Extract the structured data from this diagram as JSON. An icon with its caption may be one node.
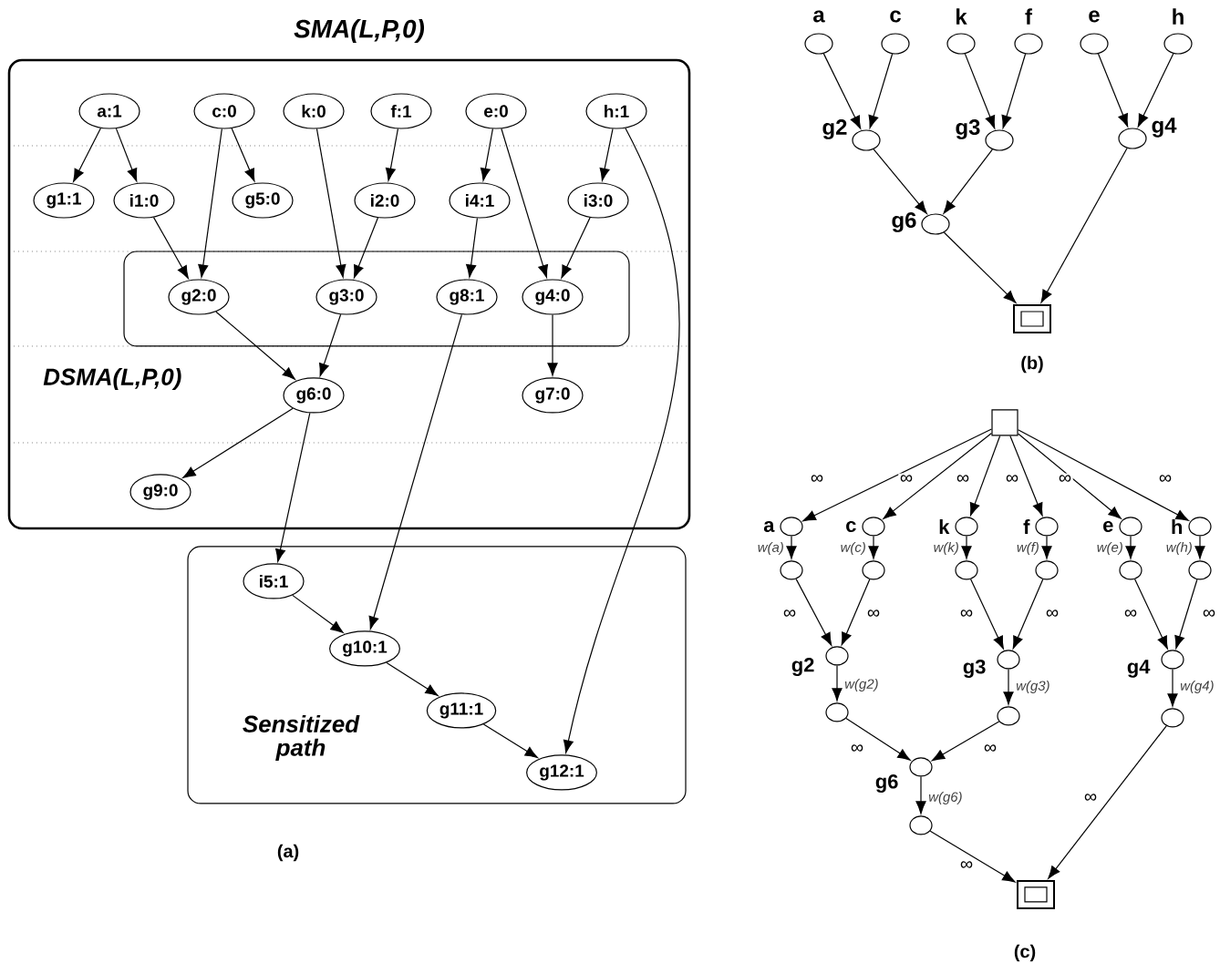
{
  "diagram": {
    "nodes": [
      {
        "text": [
          "SMA(L,P,0)"
        ]
      },
      {
        "text": [
          "DSMA(L,P,0)"
        ],
        "in": 0
      },
      {
        "text": [
          "Sensitized path"
        ]
      },
      {
        "text": [
          "a:1"
        ],
        "in": 0
      },
      {
        "text": [
          "c:0"
        ],
        "in": 0
      },
      {
        "text": [
          "k:0"
        ],
        "in": 0
      },
      {
        "text": [
          "f:1"
        ],
        "in": 0
      },
      {
        "text": [
          "e:0"
        ],
        "in": 0
      },
      {
        "text": [
          "h:1"
        ],
        "in": 0
      },
      {
        "text": [
          "g1:1"
        ],
        "in": 0
      },
      {
        "text": [
          "i1:0"
        ],
        "in": 0
      },
      {
        "text": [
          "g5:0"
        ],
        "in": 0
      },
      {
        "text": [
          "i2:0"
        ],
        "in": 0
      },
      {
        "text": [
          "i4:1"
        ],
        "in": 0
      },
      {
        "text": [
          "i3:0"
        ],
        "in": 0
      },
      {
        "text": [
          "g2:0"
        ],
        "in": 1
      },
      {
        "text": [
          "g3:0"
        ],
        "in": 1
      },
      {
        "text": [
          "g8:1"
        ],
        "in": 1
      },
      {
        "text": [
          "g4:0"
        ],
        "in": 1
      },
      {
        "text": [
          "g6:0"
        ],
        "in": 0
      },
      {
        "text": [
          "g7:0"
        ],
        "in": 0
      },
      {
        "text": [
          "g9:0"
        ],
        "in": 0
      },
      {
        "text": [
          "i5:1"
        ],
        "in": 2
      },
      {
        "text": [
          "g10:1"
        ],
        "in": 2
      },
      {
        "text": [
          "g11:1"
        ],
        "in": 2
      },
      {
        "text": [
          "g12:1"
        ],
        "in": 2
      },
      {
        "text": [],
        "shape": "circle",
        "beside": [
          "a"
        ]
      },
      {
        "text": [],
        "shape": "circle",
        "beside": [
          "c"
        ]
      },
      {
        "text": [],
        "shape": "circle",
        "beside": [
          "k"
        ]
      },
      {
        "text": [],
        "shape": "circle",
        "beside": [
          "f"
        ]
      },
      {
        "text": [],
        "shape": "circle",
        "beside": [
          "e"
        ]
      },
      {
        "text": [],
        "shape": "circle",
        "beside": [
          "h"
        ]
      },
      {
        "text": [],
        "shape": "circle",
        "beside": [
          "g2"
        ]
      },
      {
        "text": [],
        "shape": "circle",
        "beside": [
          "g3"
        ]
      },
      {
        "text": [],
        "shape": "circle",
        "beside": [
          "g4"
        ]
      },
      {
        "text": [],
        "shape": "circle",
        "beside": [
          "g6"
        ]
      },
      {
        "text": [],
        "shape": "box"
      },
      {
        "text": [],
        "shape": "box"
      },
      {
        "text": [],
        "shape": "circle",
        "beside": [
          "a"
        ]
      },
      {
        "text": [],
        "shape": "circle",
        "beside": [
          "c"
        ]
      },
      {
        "text": [],
        "shape": "circle",
        "beside": [
          "k"
        ]
      },
      {
        "text": [],
        "shape": "circle",
        "beside": [
          "f"
        ]
      },
      {
        "text": [],
        "shape": "circle",
        "beside": [
          "e"
        ]
      },
      {
        "text": [],
        "shape": "circle",
        "beside": [
          "h"
        ]
      },
      {
        "text": [],
        "shape": "circle"
      },
      {
        "text": [],
        "shape": "circle"
      },
      {
        "text": [],
        "shape": "circle"
      },
      {
        "text": [],
        "shape": "circle"
      },
      {
        "text": [],
        "shape": "circle"
      },
      {
        "text": [],
        "shape": "circle"
      },
      {
        "text": [],
        "shape": "circle",
        "beside": [
          "g2"
        ]
      },
      {
        "text": [],
        "shape": "circle"
      },
      {
        "text": [],
        "shape": "circle",
        "beside": [
          "g3"
        ]
      },
      {
        "text": [],
        "shape": "circle"
      },
      {
        "text": [],
        "shape": "circle",
        "beside": [
          "g4"
        ]
      },
      {
        "text": [],
        "shape": "circle"
      },
      {
        "text": [],
        "shape": "circle",
        "beside": [
          "g6"
        ]
      },
      {
        "text": [],
        "shape": "circle"
      },
      {
        "text": [],
        "shape": "box"
      }
    ],
    "edges": [
      {
        "from": 3,
        "to": 9,
        "arrow": "to"
      },
      {
        "from": 3,
        "to": 10,
        "arrow": "to"
      },
      {
        "from": 4,
        "to": 15,
        "arrow": "to"
      },
      {
        "from": 4,
        "to": 11,
        "arrow": "to"
      },
      {
        "from": 5,
        "to": 16,
        "arrow": "to"
      },
      {
        "from": 6,
        "to": 12,
        "arrow": "to"
      },
      {
        "from": 7,
        "to": 13,
        "arrow": "to"
      },
      {
        "from": 7,
        "to": 18,
        "arrow": "to"
      },
      {
        "from": 8,
        "to": 14,
        "arrow": "to"
      },
      {
        "from": 8,
        "to": 25,
        "arrow": "to"
      },
      {
        "from": 10,
        "to": 15,
        "arrow": "to"
      },
      {
        "from": 12,
        "to": 16,
        "arrow": "to"
      },
      {
        "from": 13,
        "to": 17,
        "arrow": "to"
      },
      {
        "from": 14,
        "to": 18,
        "arrow": "to"
      },
      {
        "from": 15,
        "to": 19,
        "arrow": "to"
      },
      {
        "from": 16,
        "to": 19,
        "arrow": "to"
      },
      {
        "from": 18,
        "to": 20,
        "arrow": "to"
      },
      {
        "from": 19,
        "to": 21,
        "arrow": "to"
      },
      {
        "from": 19,
        "to": 22,
        "arrow": "to"
      },
      {
        "from": 17,
        "to": 23,
        "arrow": "to"
      },
      {
        "from": 22,
        "to": 23,
        "arrow": "to"
      },
      {
        "from": 23,
        "to": 24,
        "arrow": "to"
      },
      {
        "from": 24,
        "to": 25,
        "arrow": "to"
      },
      {
        "from": 26,
        "to": 32,
        "arrow": "to"
      },
      {
        "from": 27,
        "to": 32,
        "arrow": "to"
      },
      {
        "from": 28,
        "to": 33,
        "arrow": "to"
      },
      {
        "from": 29,
        "to": 33,
        "arrow": "to"
      },
      {
        "from": 30,
        "to": 34,
        "arrow": "to"
      },
      {
        "from": 31,
        "to": 34,
        "arrow": "to"
      },
      {
        "from": 32,
        "to": 35,
        "arrow": "to"
      },
      {
        "from": 33,
        "to": 35,
        "arrow": "to"
      },
      {
        "from": 35,
        "to": 36,
        "arrow": "to"
      },
      {
        "from": 34,
        "to": 36,
        "arrow": "to"
      },
      {
        "from": 37,
        "to": 38,
        "arrow": "to",
        "label": "∞"
      },
      {
        "from": 37,
        "to": 39,
        "arrow": "to",
        "label": "∞"
      },
      {
        "from": 37,
        "to": 40,
        "arrow": "to",
        "label": "∞"
      },
      {
        "from": 37,
        "to": 41,
        "arrow": "to",
        "label": "∞"
      },
      {
        "from": 37,
        "to": 42,
        "arrow": "to",
        "label": "∞"
      },
      {
        "from": 37,
        "to": 43,
        "arrow": "to",
        "label": "∞"
      },
      {
        "from": 38,
        "to": 44,
        "arrow": "to",
        "label": "w(a)"
      },
      {
        "from": 39,
        "to": 45,
        "arrow": "to",
        "label": "w(c)"
      },
      {
        "from": 40,
        "to": 46,
        "arrow": "to",
        "label": "w(k)"
      },
      {
        "from": 41,
        "to": 47,
        "arrow": "to",
        "label": "w(f)"
      },
      {
        "from": 42,
        "to": 48,
        "arrow": "to",
        "label": "w(e)"
      },
      {
        "from": 43,
        "to": 49,
        "arrow": "to",
        "label": "w(h)"
      },
      {
        "from": 44,
        "to": 50,
        "arrow": "to",
        "label": "∞"
      },
      {
        "from": 45,
        "to": 50,
        "arrow": "to",
        "label": "∞"
      },
      {
        "from": 46,
        "to": 52,
        "arrow": "to",
        "label": "∞"
      },
      {
        "from": 47,
        "to": 52,
        "arrow": "to",
        "label": "∞"
      },
      {
        "from": 48,
        "to": 54,
        "arrow": "to",
        "label": "∞"
      },
      {
        "from": 49,
        "to": 54,
        "arrow": "to",
        "label": "∞"
      },
      {
        "from": 50,
        "to": 51,
        "arrow": "to",
        "label": "w(g2)"
      },
      {
        "from": 52,
        "to": 53,
        "arrow": "to",
        "label": "w(g3)"
      },
      {
        "from": 54,
        "to": 55,
        "arrow": "to",
        "label": "w(g4)"
      },
      {
        "from": 51,
        "to": 56,
        "arrow": "to",
        "label": "∞"
      },
      {
        "from": 53,
        "to": 56,
        "arrow": "to",
        "label": "∞"
      },
      {
        "from": 56,
        "to": 57,
        "arrow": "to",
        "label": "w(g6)"
      },
      {
        "from": 57,
        "to": 58,
        "arrow": "to",
        "label": "∞"
      },
      {
        "from": 55,
        "to": 58,
        "arrow": "to",
        "label": "∞"
      }
    ],
    "labels": [
      "(a)",
      "(b)",
      "(c)"
    ]
  }
}
